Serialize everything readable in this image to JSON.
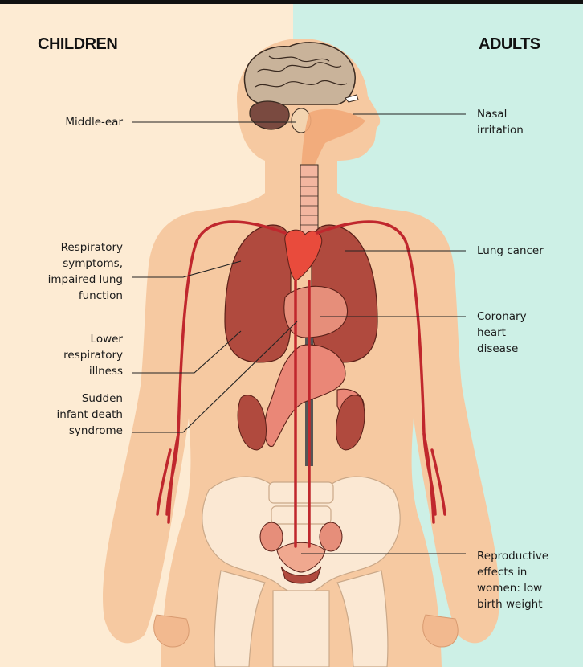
{
  "colors": {
    "children_bg": "#fdebd3",
    "adults_bg": "#cdf0e6",
    "body": "#f6c9a1",
    "lung": "#b04a3e",
    "vessel": "#c0272d",
    "organ_pink": "#ea8777",
    "bone": "#fbe8d3",
    "line": "#222222"
  },
  "headings": {
    "children": "CHILDREN",
    "adults": "ADULTS"
  },
  "labels": {
    "middle_ear": "Middle-ear",
    "respiratory": "Respiratory\nsymptoms,\nimpaired lung\nfunction",
    "lower_respiratory": "Lower\nrespiratory\nillness",
    "sids": "Sudden\ninfant death\nsyndrome",
    "nasal": "Nasal\nirritation",
    "lung_cancer": "Lung cancer",
    "coronary": "Coronary\nheart\ndisease",
    "reproductive": "Reproductive\neffects in\nwomen: low\nbirth weight"
  }
}
